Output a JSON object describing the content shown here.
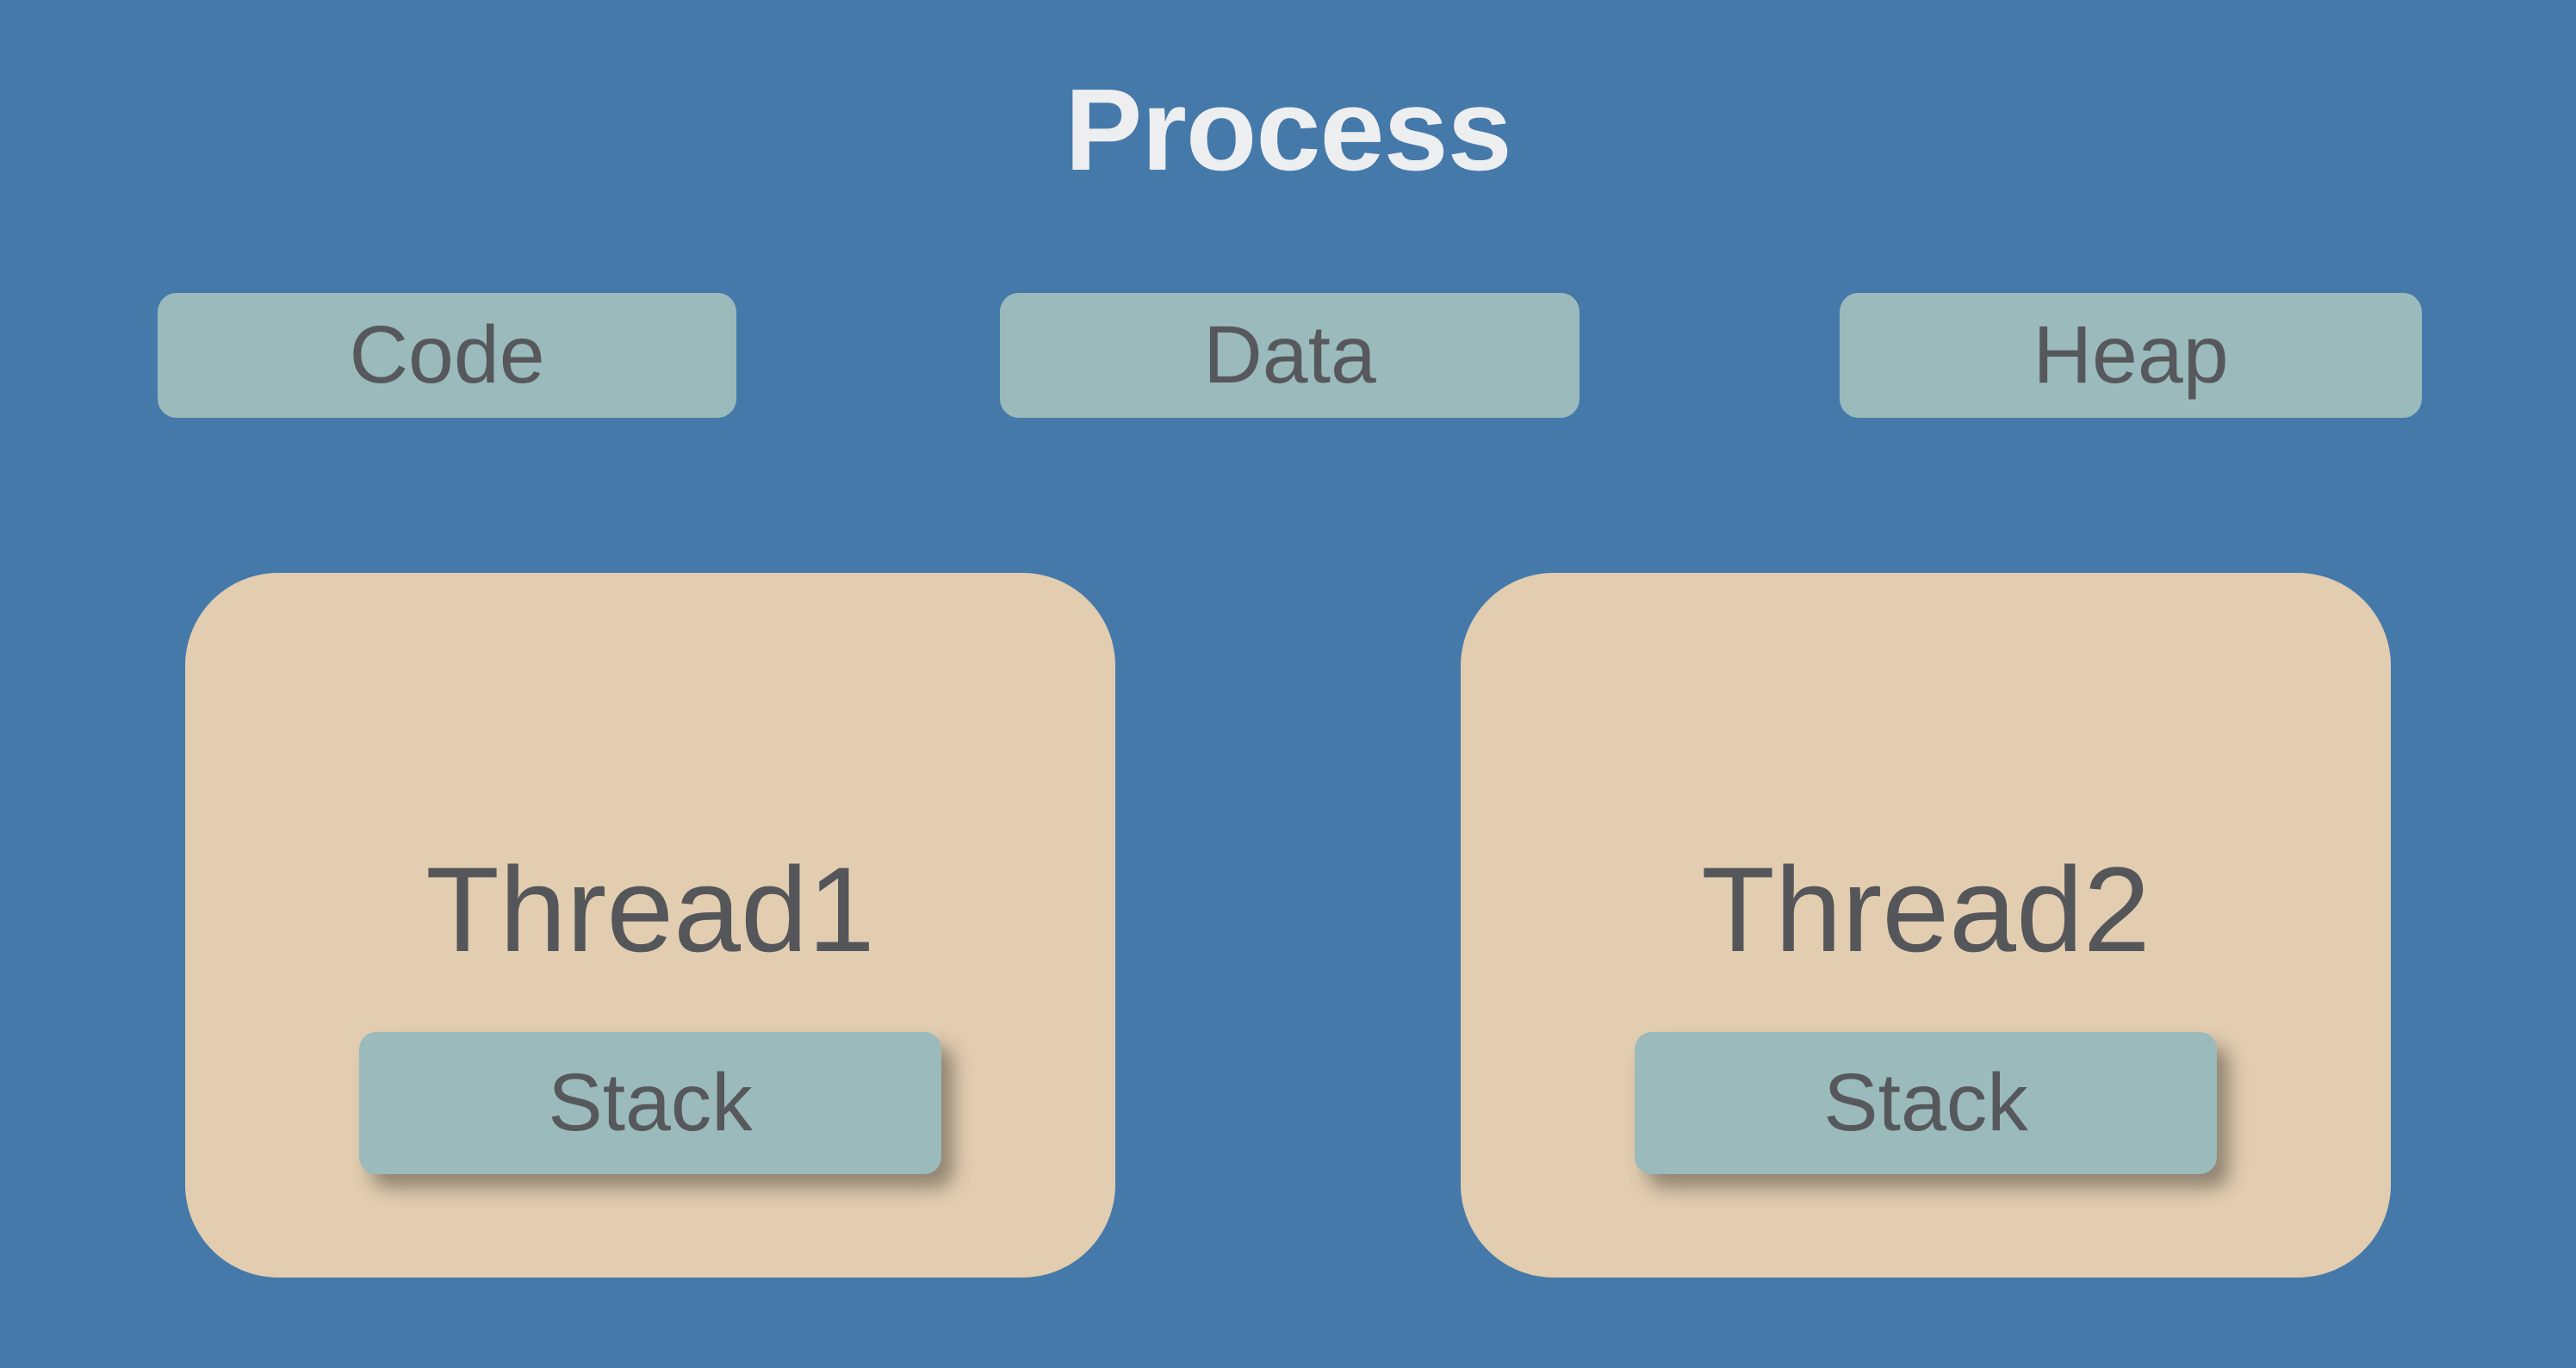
{
  "title": "Process",
  "memory_segments": [
    {
      "label": "Code"
    },
    {
      "label": "Data"
    },
    {
      "label": "Heap"
    }
  ],
  "threads": [
    {
      "label": "Thread1",
      "stack_label": "Stack"
    },
    {
      "label": "Thread2",
      "stack_label": "Stack"
    }
  ],
  "colors": {
    "background": "#4579AA",
    "segment_fill": "#9ABABC",
    "thread_fill": "#E2CDB0",
    "title_text": "#EDEEF0",
    "label_text": "#56585C"
  }
}
